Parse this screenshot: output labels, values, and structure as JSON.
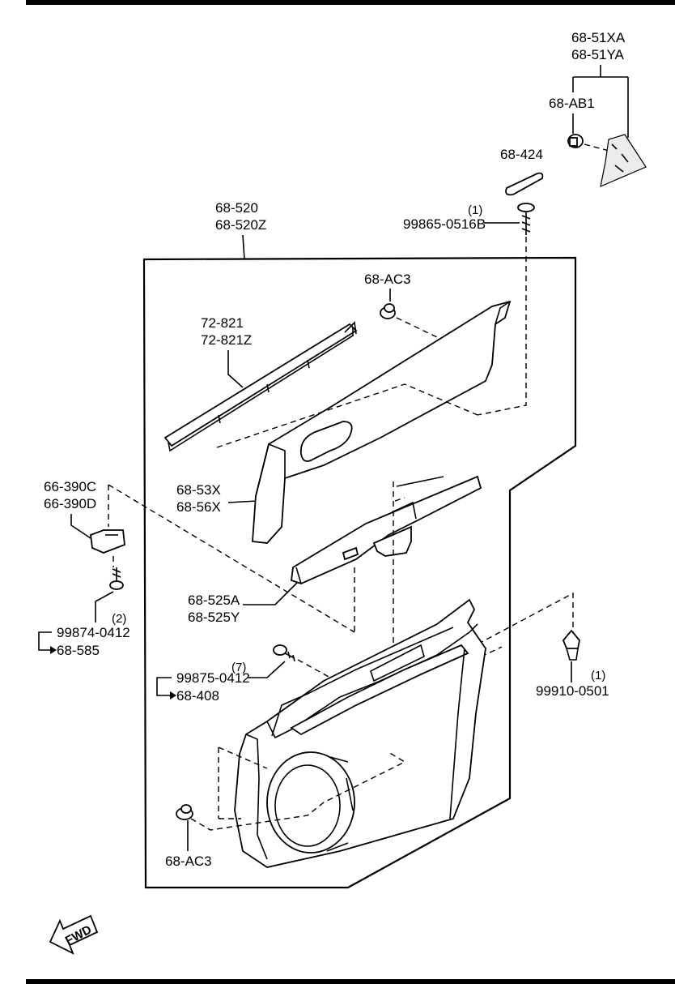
{
  "labels": {
    "trim_bracket": [
      "68-51XA",
      "68-51YA"
    ],
    "clip_ab1": "68-AB1",
    "grip_424": "68-424",
    "screw_top_qty": "(1)",
    "screw_top": "99865-0516B",
    "panel_assy": [
      "68-520",
      "68-520Z"
    ],
    "clip_ac3_top": "68-AC3",
    "weatherstrip": [
      "72-821",
      "72-821Z"
    ],
    "upper_trim": [
      "68-53X",
      "68-56X"
    ],
    "switch": [
      "66-390C",
      "66-390D"
    ],
    "screw_left_qty": "(2)",
    "screw_left": "99874-0412",
    "screw_left_ref": "68-585",
    "armrest": [
      "68-525A",
      "68-525Y"
    ],
    "screw_mid_qty": "(7)",
    "screw_mid": "99875-0412",
    "screw_mid_ref": "68-408",
    "clip_right_qty": "(1)",
    "clip_right": "99910-0501",
    "clip_ac3_bottom": "68-AC3",
    "fwd": "FWD"
  }
}
